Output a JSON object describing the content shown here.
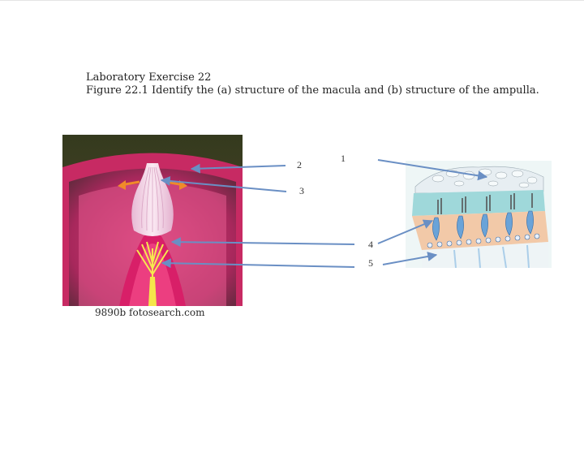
{
  "document": {
    "line1": "Laboratory Exercise 22",
    "line2": "Figure 22.1 Identify the (a) structure of the macula and (b) structure of the ampulla."
  },
  "figure_a": {
    "caption": "9890b fotosearch.com"
  },
  "labels": [
    "1",
    "2",
    "3",
    "4",
    "5"
  ],
  "colors": {
    "arrow": "#6a8fc4",
    "tissue_pink": "#e8487f",
    "cupula": "#f4d9ea",
    "hair_yellow": "#f5e64a",
    "crystal": "#dde8ee",
    "gel": "#9ad6d8"
  }
}
